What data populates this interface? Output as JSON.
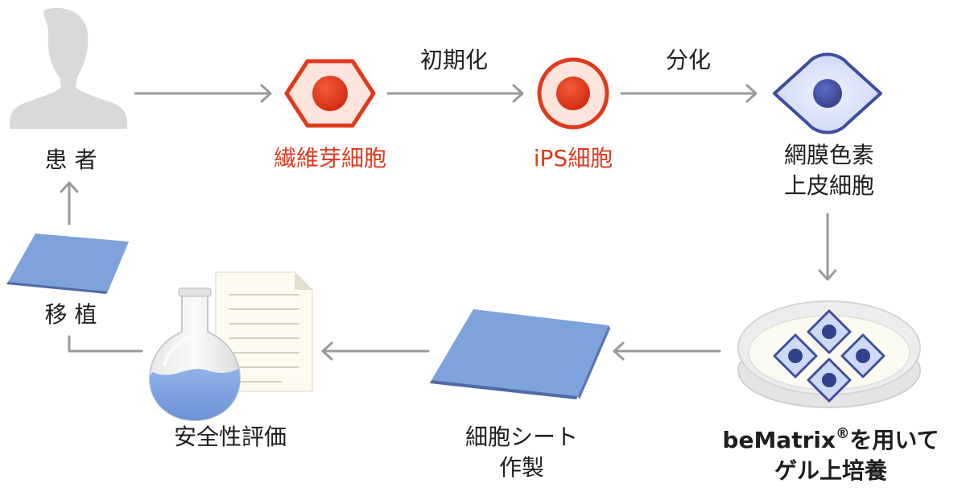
{
  "nodes": {
    "patient": "患 者",
    "fibroblast": "繊維芽細胞",
    "ips": "iPS細胞",
    "rpe_line1": "網膜色素",
    "rpe_line2": "上皮細胞",
    "culture_line1_main": "beMatrix",
    "culture_line1_mark": "®",
    "culture_line1_tail": "を用いて",
    "culture_line2": "ゲル上培養",
    "sheet_line1": "細胞シート",
    "sheet_line2": "作製",
    "safety": "安全性評価",
    "transplant": "移 植"
  },
  "edges": {
    "reprogramming": "初期化",
    "differentiation": "分化"
  },
  "colors": {
    "accent_red": "#e03a1e",
    "cell_blue": "#3f4f9e",
    "sheet_blue": "#7ea2dc",
    "arrow_gray": "#9a9a9a"
  }
}
